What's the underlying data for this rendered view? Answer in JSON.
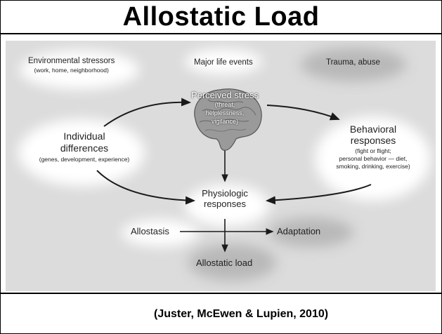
{
  "title": "Allostatic Load",
  "diagram": {
    "environmental_stressors": {
      "label": "Environmental stressors",
      "detail": "(work, home, neighborhood)"
    },
    "major_life_events": {
      "label": "Major life events"
    },
    "trauma_abuse": {
      "label": "Trauma, abuse"
    },
    "perceived_stress": {
      "label": "Perceived stress",
      "detail_lines": [
        "(threat,",
        "helplessness,",
        "vigilance)"
      ]
    },
    "individual_differences": {
      "label_lines": [
        "Individual",
        "differences"
      ],
      "detail": "(genes, development, experience)"
    },
    "behavioral_responses": {
      "label_lines": [
        "Behavioral",
        "responses"
      ],
      "detail_lines": [
        "(fight or flight;",
        "personal behavior — diet,",
        "smoking, drinking, exercise)"
      ]
    },
    "physiologic_responses": {
      "label_lines": [
        "Physiologic",
        "responses"
      ]
    },
    "allostasis": {
      "label": "Allostasis"
    },
    "adaptation": {
      "label": "Adaptation"
    },
    "allostatic_load": {
      "label": "Allostatic load"
    }
  },
  "citation": "(Juster, McEwen & Lupien, 2010)"
}
